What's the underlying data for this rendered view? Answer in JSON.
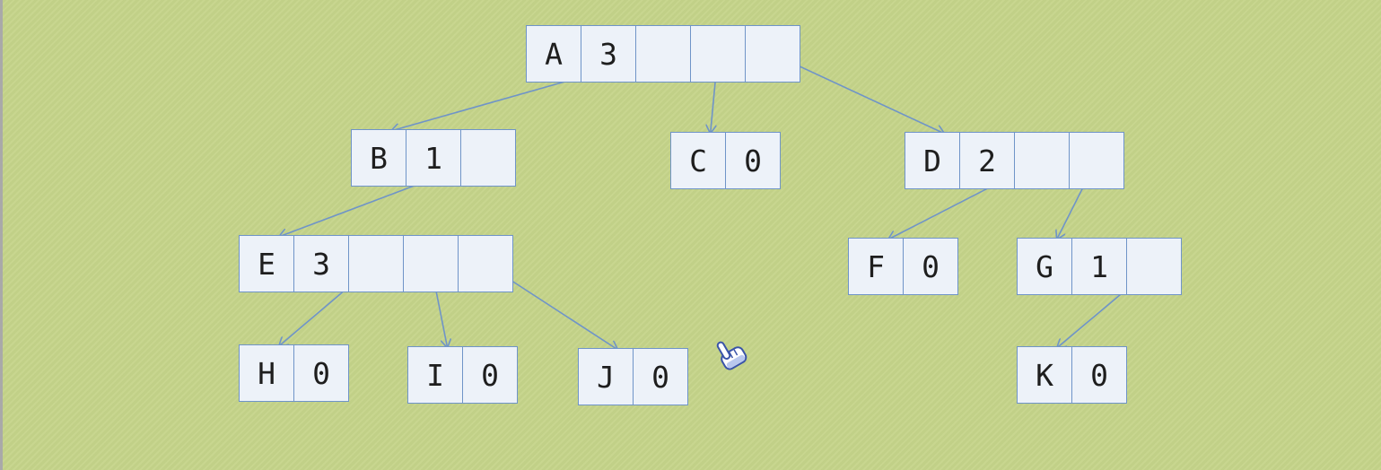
{
  "nodes": [
    {
      "id": "A",
      "name": "A",
      "count": "3",
      "children": [
        "B",
        "C",
        "D"
      ]
    },
    {
      "id": "B",
      "name": "B",
      "count": "1",
      "children": [
        "E"
      ]
    },
    {
      "id": "C",
      "name": "C",
      "count": "0",
      "children": []
    },
    {
      "id": "D",
      "name": "D",
      "count": "2",
      "children": [
        "F",
        "G"
      ]
    },
    {
      "id": "E",
      "name": "E",
      "count": "3",
      "children": [
        "H",
        "I",
        "J"
      ]
    },
    {
      "id": "F",
      "name": "F",
      "count": "0",
      "children": []
    },
    {
      "id": "G",
      "name": "G",
      "count": "1",
      "children": [
        "K"
      ]
    },
    {
      "id": "H",
      "name": "H",
      "count": "0",
      "children": []
    },
    {
      "id": "I",
      "name": "I",
      "count": "0",
      "children": []
    },
    {
      "id": "J",
      "name": "J",
      "count": "0",
      "children": []
    },
    {
      "id": "K",
      "name": "K",
      "count": "0",
      "children": []
    }
  ],
  "colors": {
    "background": "#c5d48a",
    "cell_fill": "#edf2f9",
    "cell_border": "#6f94c8",
    "arrow": "#6f94c8",
    "text": "#1e1e1e"
  },
  "cursor_icon": "hand-pointer-icon"
}
